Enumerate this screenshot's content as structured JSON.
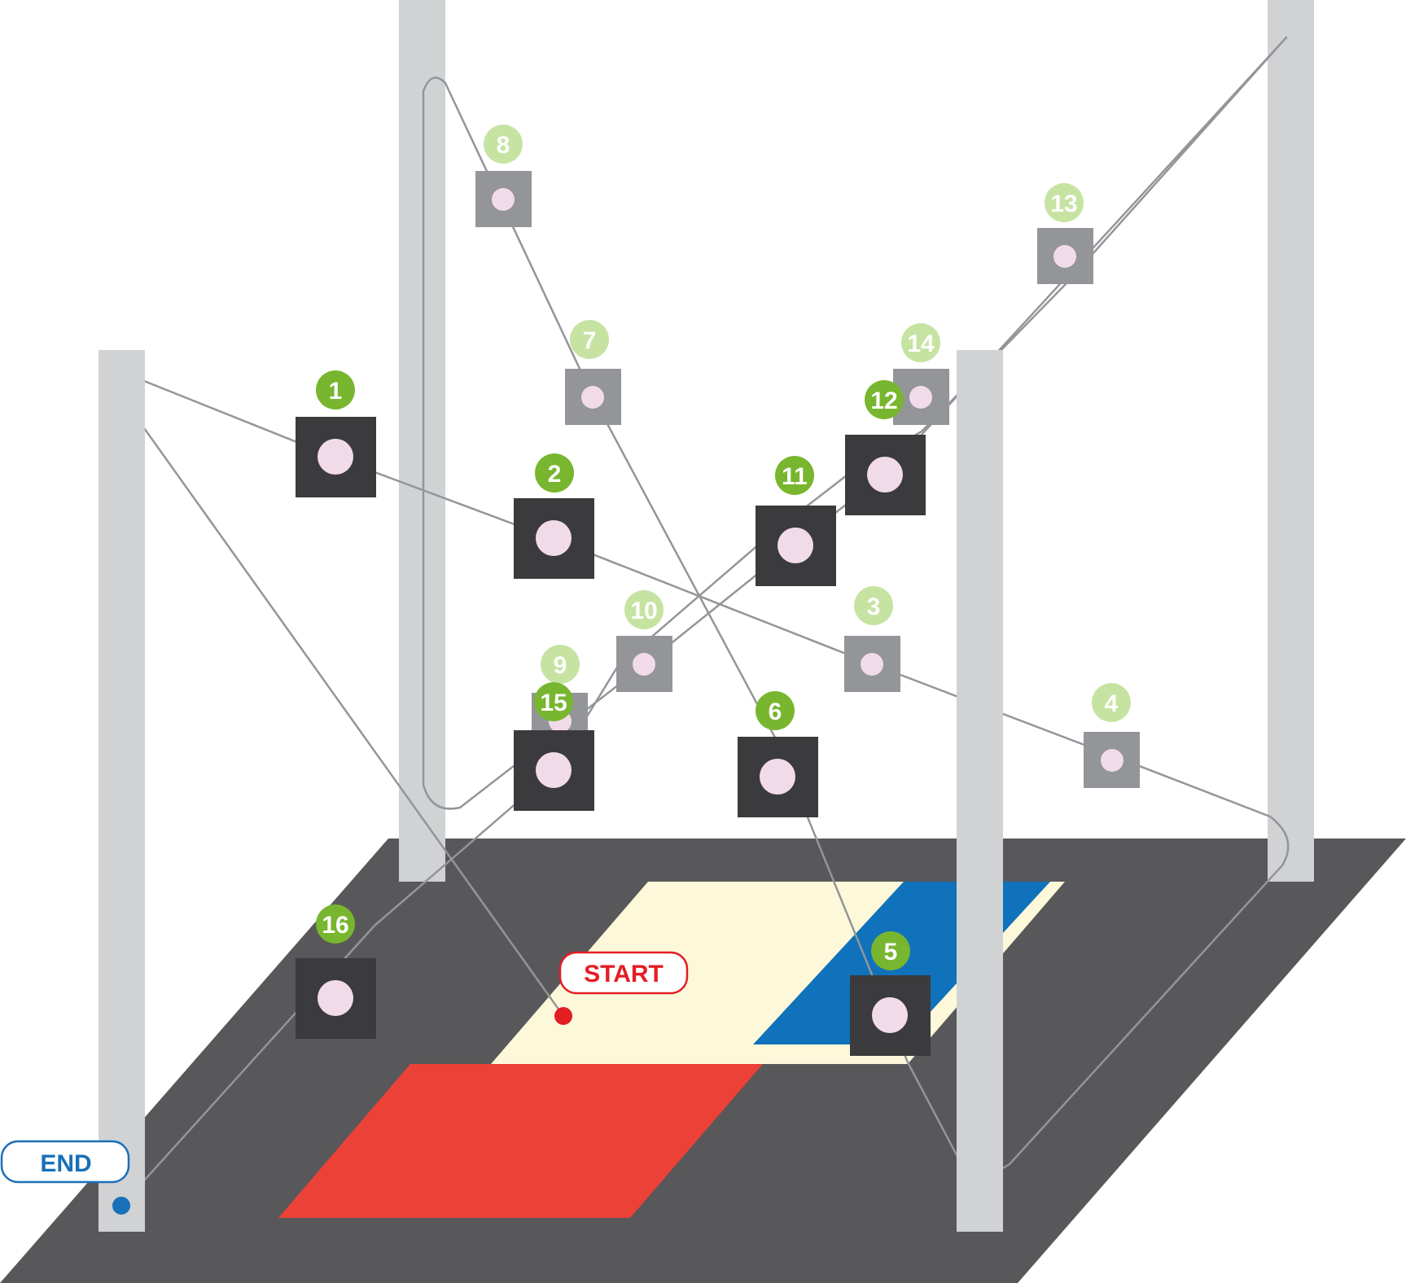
{
  "labels": {
    "start": "START",
    "end": "END"
  },
  "colors": {
    "floor": "#58585a",
    "mat_cream": "#fdf8da",
    "mat_blue": "#0f72bb",
    "mat_red": "#ec4137",
    "pole": "#d0d2d4",
    "path": "#939598",
    "panel_near": "#3b3a3c",
    "panel_far": "#939598",
    "target": "#f2dbe9",
    "badge_near": "#77b62e",
    "badge_far": "#c6e3a2",
    "start": "#e31e24",
    "end": "#1970b8"
  },
  "targets": [
    {
      "number": "1",
      "depth": "near"
    },
    {
      "number": "2",
      "depth": "near"
    },
    {
      "number": "3",
      "depth": "far"
    },
    {
      "number": "4",
      "depth": "far"
    },
    {
      "number": "5",
      "depth": "near"
    },
    {
      "number": "6",
      "depth": "near"
    },
    {
      "number": "7",
      "depth": "far"
    },
    {
      "number": "8",
      "depth": "far"
    },
    {
      "number": "9",
      "depth": "far"
    },
    {
      "number": "10",
      "depth": "far"
    },
    {
      "number": "11",
      "depth": "near"
    },
    {
      "number": "12",
      "depth": "near"
    },
    {
      "number": "13",
      "depth": "far"
    },
    {
      "number": "14",
      "depth": "far"
    },
    {
      "number": "15",
      "depth": "near"
    },
    {
      "number": "16",
      "depth": "near"
    }
  ]
}
